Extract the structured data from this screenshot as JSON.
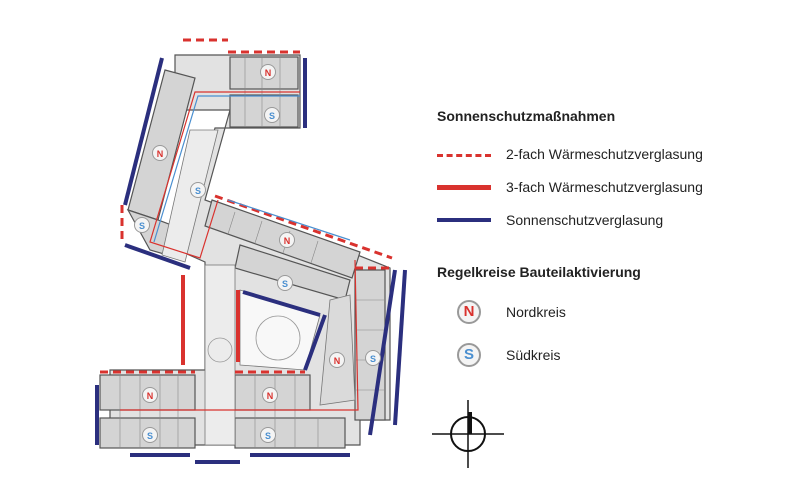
{
  "legend": {
    "section1_title": "Sonnenschutzmaßnahmen",
    "items": [
      {
        "label": "2-fach Wärmeschutzverglasung",
        "style": "dashed",
        "color": "#d9322e"
      },
      {
        "label": "3-fach Wärmeschutzverglasung",
        "style": "solid",
        "color": "#d9322e"
      },
      {
        "label": "Sonnenschutzverglasung",
        "style": "solid",
        "color": "#2b2f7e"
      }
    ],
    "section2_title": "Regelkreise Bauteilaktivierung",
    "circuits": [
      {
        "letter": "N",
        "label": "Nordkreis",
        "color": "#d9322e"
      },
      {
        "letter": "S",
        "label": "Südkreis",
        "color": "#4a8fd0"
      }
    ]
  },
  "plan_markers": {
    "north_letter": "N",
    "south_letter": "S"
  },
  "colors": {
    "red": "#d9322e",
    "blue": "#2b2f7e",
    "south_badge": "#4a8fd0",
    "wall": "#555555",
    "room": "#d4d4d4",
    "corridor": "#ececec"
  },
  "icons": [
    "compass-north-icon"
  ]
}
